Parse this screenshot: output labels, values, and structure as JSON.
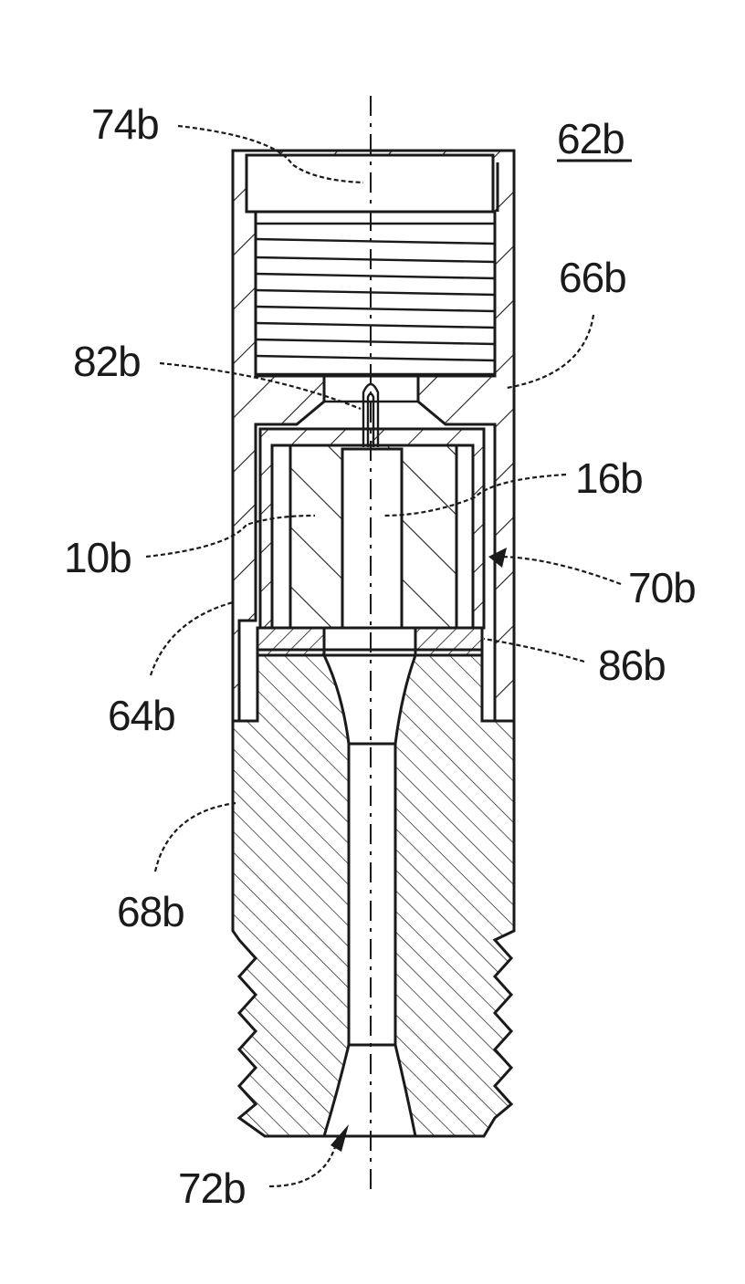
{
  "figure": {
    "title": "62b",
    "labels": {
      "l74b": "74b",
      "l66b": "66b",
      "l82b": "82b",
      "l16b": "16b",
      "l10b": "10b",
      "l70b": "70b",
      "l86b": "86b",
      "l64b": "64b",
      "l68b": "68b",
      "l72b": "72b"
    },
    "ink_color": "#1a1a1a",
    "background": "#ffffff"
  }
}
